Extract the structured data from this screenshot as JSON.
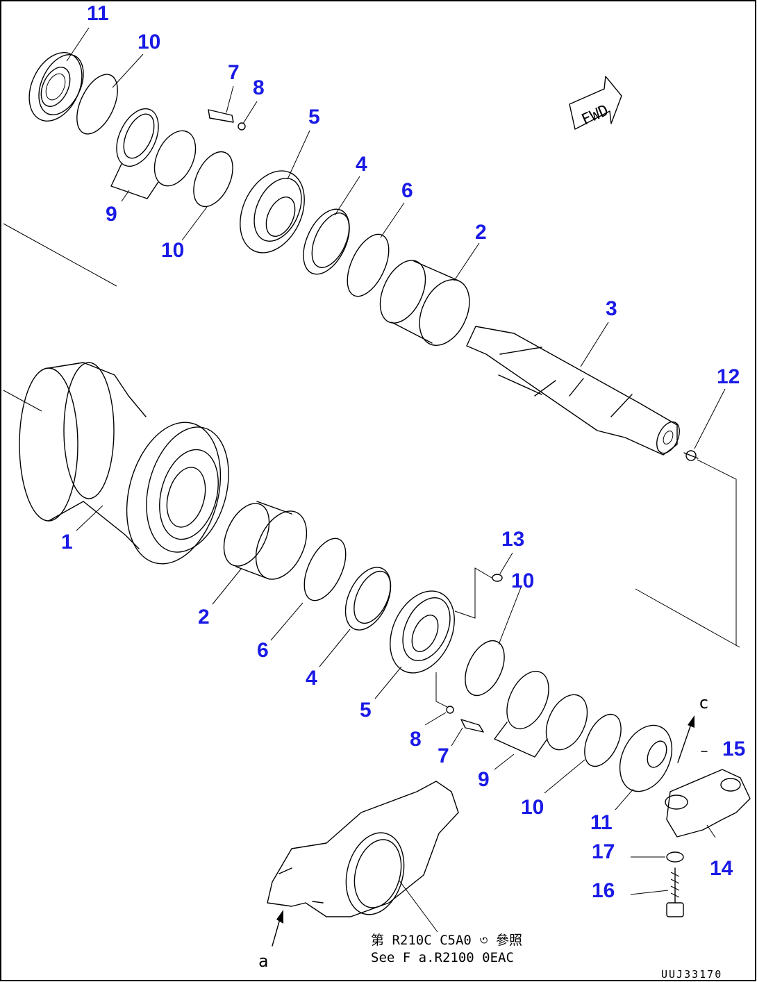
{
  "callouts": {
    "c11_top": "11",
    "c10_top": "10",
    "c7_top": "7",
    "c8_top": "8",
    "c5_top": "5",
    "c9_top": "9",
    "c10_mid": "10",
    "c4_top": "4",
    "c6_top": "6",
    "c2_top": "2",
    "c3": "3",
    "c12": "12",
    "c1": "1",
    "c13": "13",
    "c10_low1": "10",
    "c2_low": "2",
    "c6_low": "6",
    "c4_low": "4",
    "c5_low": "5",
    "c8_low": "8",
    "c7_low": "7",
    "c9_low": "9",
    "c10_low2": "10",
    "c11_low": "11",
    "c15": "15",
    "c14": "14",
    "c17": "17",
    "c16": "16"
  },
  "direction_label": "FWD",
  "reference_note": {
    "line1": "第 R210C C5A0 ৩ 參照",
    "line2": "See F a.R2100 0EAC"
  },
  "letter_a": "a",
  "letter_c": "c",
  "drawing_code": "UUJ33170"
}
